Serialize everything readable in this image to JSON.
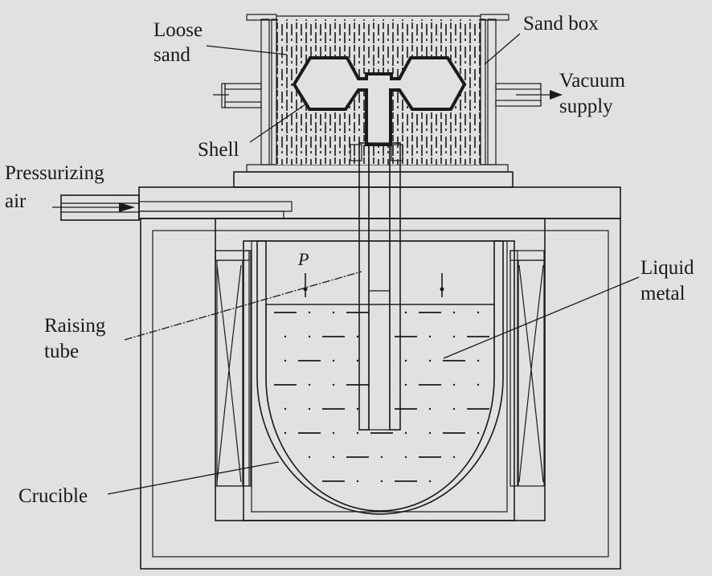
{
  "figure": {
    "subject": "Low-pressure casting with vacuum-assisted sand box",
    "background_color": "#e1e1e1",
    "ink_color": "#1a1a1a"
  },
  "labels": {
    "loose_sand": [
      "Loose",
      "sand"
    ],
    "sand_box": "Sand box",
    "vacuum_supply": [
      "Vacuum",
      "supply"
    ],
    "shell": "Shell",
    "pressurizing_air": [
      "Pressurizing",
      "air"
    ],
    "pressure_symbol": "P",
    "raising_tube": [
      "Raising",
      "tube"
    ],
    "liquid_metal": [
      "Liquid",
      "metal"
    ],
    "crucible": "Crucible"
  },
  "components": [
    {
      "id": "sand-box",
      "label": "Sand box"
    },
    {
      "id": "loose-sand",
      "label": "Loose sand"
    },
    {
      "id": "shell",
      "label": "Shell"
    },
    {
      "id": "vacuum-port",
      "label": "Vacuum supply"
    },
    {
      "id": "air-inlet",
      "label": "Pressurizing air"
    },
    {
      "id": "raising-tube",
      "label": "Raising tube"
    },
    {
      "id": "crucible",
      "label": "Crucible"
    },
    {
      "id": "liquid-metal",
      "label": "Liquid metal"
    },
    {
      "id": "furnace",
      "label": ""
    },
    {
      "id": "heating-coils",
      "label": ""
    }
  ]
}
